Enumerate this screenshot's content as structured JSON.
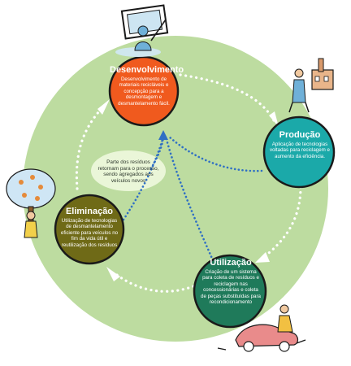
{
  "nodes": {
    "desenvolvimento": {
      "title": "Desenvolvimento",
      "description": "Desenvolvimento de materiais recicláveis e concepção para a desmontagem e desmantelamento fácil.",
      "color": "#f05a1e"
    },
    "producao": {
      "title": "Produção",
      "description": "Aplicação de tecnologias voltadas para reciclagem e aumento da eficiência.",
      "color": "#1ba9a9"
    },
    "utilizacao": {
      "title": "Utilização",
      "description": "Criação de um sistema para coleta de resíduos e reciclagem nas concessionárias e coleta de peças substituídas para recondicionamento",
      "color": "#1f7a5a"
    },
    "eliminacao": {
      "title": "Eliminação",
      "description": "Utilização de tecnologias de desmantelamento eficiente para veículos no fim da vida útil e reutilização dos resíduos",
      "color": "#6f6a17"
    }
  },
  "center_note": "Parte dos resíduos retornam para o processo, sendo agregados aos veículos novos",
  "colors": {
    "big_circle": "#bddca0",
    "inner_blob": "#eaf6d8",
    "dots_white": "#ffffff",
    "dots_blue": "#2f6fc4"
  }
}
